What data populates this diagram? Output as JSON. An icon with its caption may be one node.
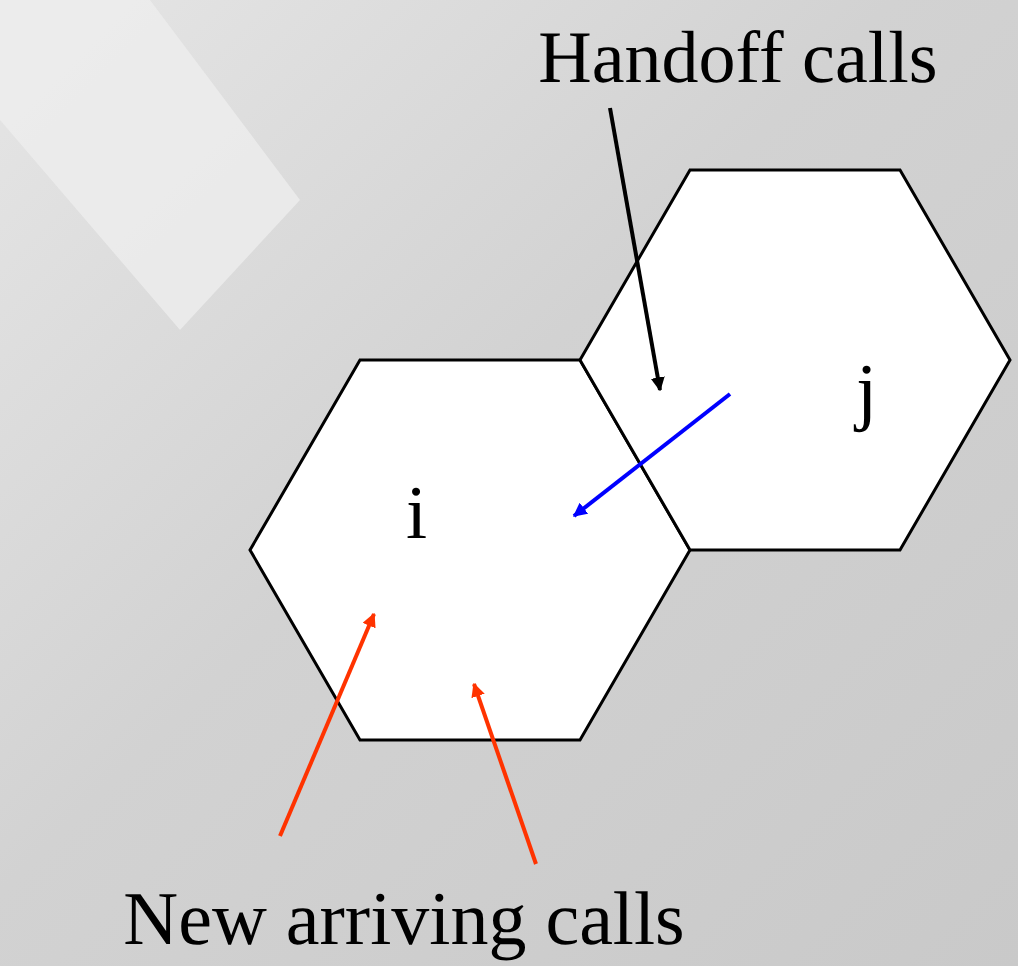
{
  "diagram": {
    "nodes": [
      {
        "text": [
          "i"
        ]
      },
      {
        "text": [
          "j"
        ]
      },
      {
        "text": [
          "Handoff calls"
        ]
      },
      {
        "text": [
          "New arriving calls"
        ]
      }
    ],
    "edges": [
      {
        "from": 2,
        "to": 1,
        "arrow": "to",
        "color": "#000000"
      },
      {
        "from": 1,
        "to": 0,
        "arrow": "to",
        "color": "#0000ff"
      },
      {
        "from": 3,
        "to": 0,
        "arrow": "to",
        "color": "#ff3300"
      },
      {
        "from": 3,
        "to": 0,
        "arrow": "to",
        "color": "#ff3300"
      }
    ]
  }
}
